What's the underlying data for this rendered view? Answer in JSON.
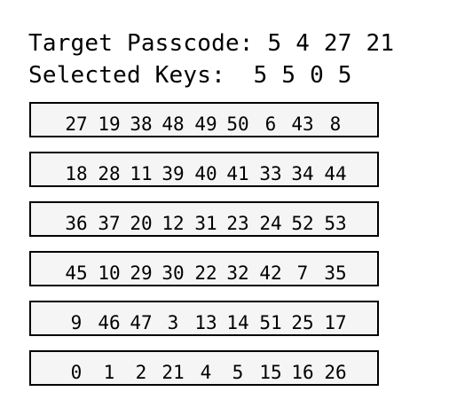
{
  "header": {
    "target_label": "Target Passcode:",
    "target_value": "5 4 27 21",
    "selected_label": "Selected Keys:",
    "selected_value": "5 5 0 5"
  },
  "keypad": {
    "rows": [
      [
        "27",
        "19",
        "38",
        "48",
        "49",
        "50",
        "6",
        "43",
        "8"
      ],
      [
        "18",
        "28",
        "11",
        "39",
        "40",
        "41",
        "33",
        "34",
        "44"
      ],
      [
        "36",
        "37",
        "20",
        "12",
        "31",
        "23",
        "24",
        "52",
        "53"
      ],
      [
        "45",
        "10",
        "29",
        "30",
        "22",
        "32",
        "42",
        "7",
        "35"
      ],
      [
        "9",
        "46",
        "47",
        "3",
        "13",
        "14",
        "51",
        "25",
        "17"
      ],
      [
        "0",
        "1",
        "2",
        "21",
        "4",
        "5",
        "15",
        "16",
        "26"
      ]
    ]
  }
}
